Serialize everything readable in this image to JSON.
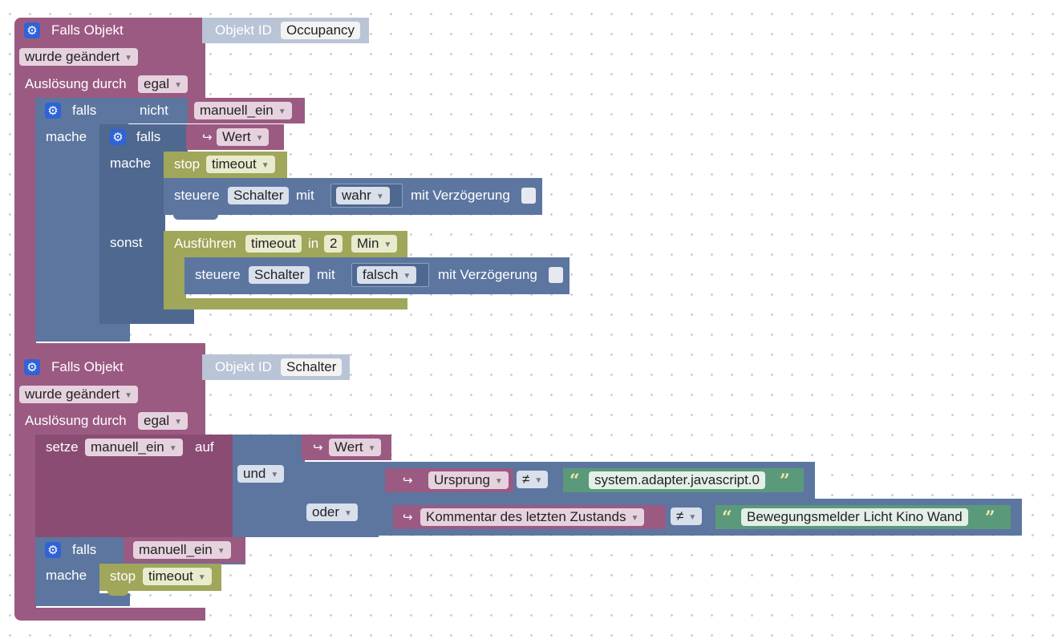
{
  "block1": {
    "header": "Falls Objekt",
    "object_id_label": "Objekt ID",
    "object_id_value": "Occupancy",
    "changed": "wurde geändert",
    "trigger_label": "Auslösung durch",
    "trigger_value": "egal",
    "if1": {
      "falls": "falls",
      "nicht": "nicht",
      "variable": "manuell_ein",
      "mache": "mache"
    },
    "if2": {
      "falls": "falls",
      "wert": "Wert",
      "mache": "mache",
      "stop": "stop",
      "stop_var": "timeout",
      "steuere": "steuere",
      "schalter": "Schalter",
      "mit": "mit",
      "value_true": "wahr",
      "verz": "mit Verzögerung",
      "sonst": "sonst",
      "ausfuehren": "Ausführen",
      "timeout": "timeout",
      "in": "in",
      "amount": "2",
      "unit": "Min",
      "value_false": "falsch"
    }
  },
  "block2": {
    "header": "Falls Objekt",
    "object_id_label": "Objekt ID",
    "object_id_value": "Schalter",
    "changed": "wurde geändert",
    "trigger_label": "Auslösung durch",
    "trigger_value": "egal",
    "setze": "setze",
    "set_var": "manuell_ein",
    "auf": "auf",
    "wert": "Wert",
    "und": "und",
    "oder": "oder",
    "ursprung": "Ursprung",
    "neq": "≠",
    "text1": "system.adapter.javascript.0",
    "kommentar": "Kommentar des letzten Zustands",
    "text2": "Bewegungsmelder Licht Kino Wand",
    "if": {
      "falls": "falls",
      "variable": "manuell_ein",
      "mache": "mache",
      "stop": "stop",
      "stop_var": "timeout"
    }
  },
  "colors": {
    "trigger": "#9b5a82",
    "control": "#5c76a0",
    "timer": "#a0a65a",
    "text": "#5a9a7a",
    "gear": "#2f63d6"
  }
}
